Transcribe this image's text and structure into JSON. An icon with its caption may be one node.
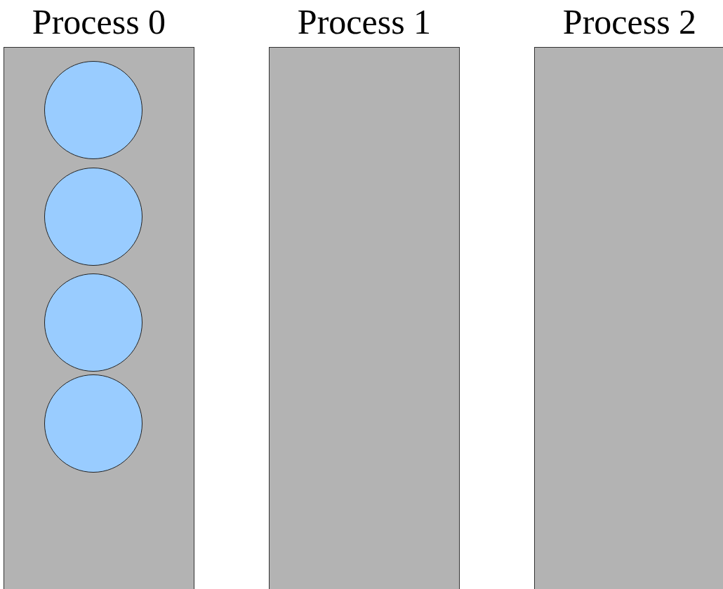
{
  "diagram": {
    "nodes": [
      {
        "text": [
          "Process 0"
        ]
      },
      {
        "text": [],
        "shape": "circle",
        "in": 0
      },
      {
        "text": [],
        "shape": "circle",
        "in": 0
      },
      {
        "text": [],
        "shape": "circle",
        "in": 0
      },
      {
        "text": [],
        "shape": "circle",
        "in": 0
      },
      {
        "text": [
          "Process 1"
        ]
      },
      {
        "text": [
          "Process 2"
        ]
      }
    ]
  }
}
